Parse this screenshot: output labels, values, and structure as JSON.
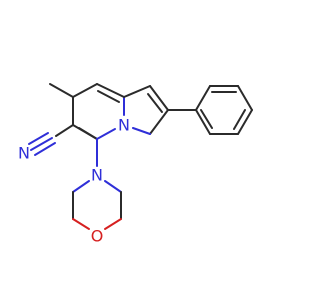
{
  "atoms": {
    "n_ring": "N",
    "n_morpholine": "N",
    "o_morpholine": "O",
    "n_nitrile": "N"
  },
  "colors": {
    "bond": "#2b2b2b",
    "nitrogen": "#2f2fd8",
    "oxygen": "#d62020",
    "background": "#ffffff"
  }
}
